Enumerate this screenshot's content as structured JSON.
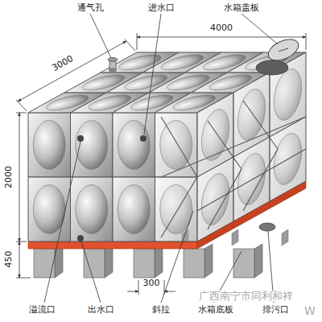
{
  "diagram": {
    "labels": [
      "通气孔",
      "进水口",
      "水箱盖板",
      "4000",
      "3000",
      "2000",
      "450",
      "溢流口",
      "出水口",
      "300",
      "斜拉",
      "水箱底板",
      "排污口",
      "广西南宁市同利和祥",
      "W"
    ]
  }
}
